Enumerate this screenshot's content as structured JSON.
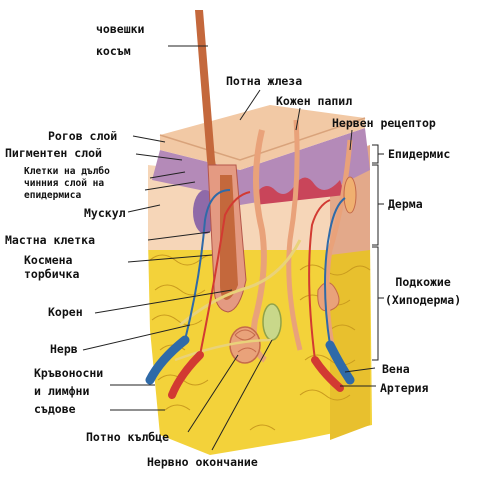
{
  "title": "",
  "labels": {
    "hair_line1": "човешки",
    "hair_line2": "косъм",
    "sweat_gland": "Потна жлеза",
    "skin_papilla": "Кожен папил",
    "nerve_receptor": "Нервен рецептор",
    "horny_layer": "Рогов слой",
    "pigment_layer": "Пигментен слой",
    "deep_cells_line1": "Клетки на дълбо",
    "deep_cells_line2": "чинния слой на",
    "deep_cells_line3": "епидермиса",
    "muscle": "Мускул",
    "fat_cell": "Мастна клетка",
    "follicle_line1": "Космена",
    "follicle_line2": "торбичка",
    "root": "Корен",
    "nerve": "Нерв",
    "vessels_line1": "Кръвоносни",
    "vessels_line2": "и  лимфни",
    "vessels_line3": "съдове",
    "sweat_coil": "Потно кълбце",
    "nerve_ending": "Нервно окончание",
    "epidermis": "Епидермис",
    "dermis": "Дерма",
    "hypodermis_line1": "Подкожие",
    "hypodermis_line2": "(Хиподерма)",
    "vein": "Вена",
    "artery": "Артерия"
  },
  "colors": {
    "epidermis": "#f2c9a5",
    "pigment": "#b48ab8",
    "dermis": "#f6d6b8",
    "fat": "#f3d23a",
    "hair": "#c4683c",
    "vein": "#2f6aa8",
    "artery": "#d23a32",
    "nerve": "#e9d27a",
    "leader": "#222222"
  }
}
